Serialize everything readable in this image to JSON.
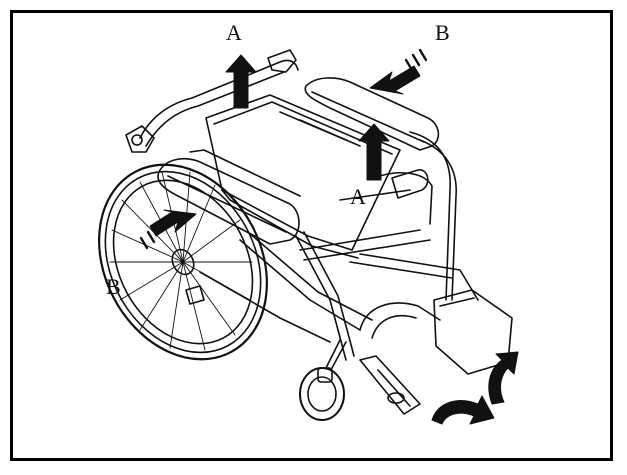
{
  "figure": {
    "labels": {
      "a_top": "A",
      "b_top": "B",
      "a_mid": "A",
      "b_left": "B"
    },
    "colors": {
      "line": "#111111",
      "frame": "#000000",
      "background": "#ffffff"
    },
    "icons": [
      "up-arrow-icon",
      "diagonal-push-arrow-icon",
      "curved-rotate-arrow-icon"
    ]
  }
}
